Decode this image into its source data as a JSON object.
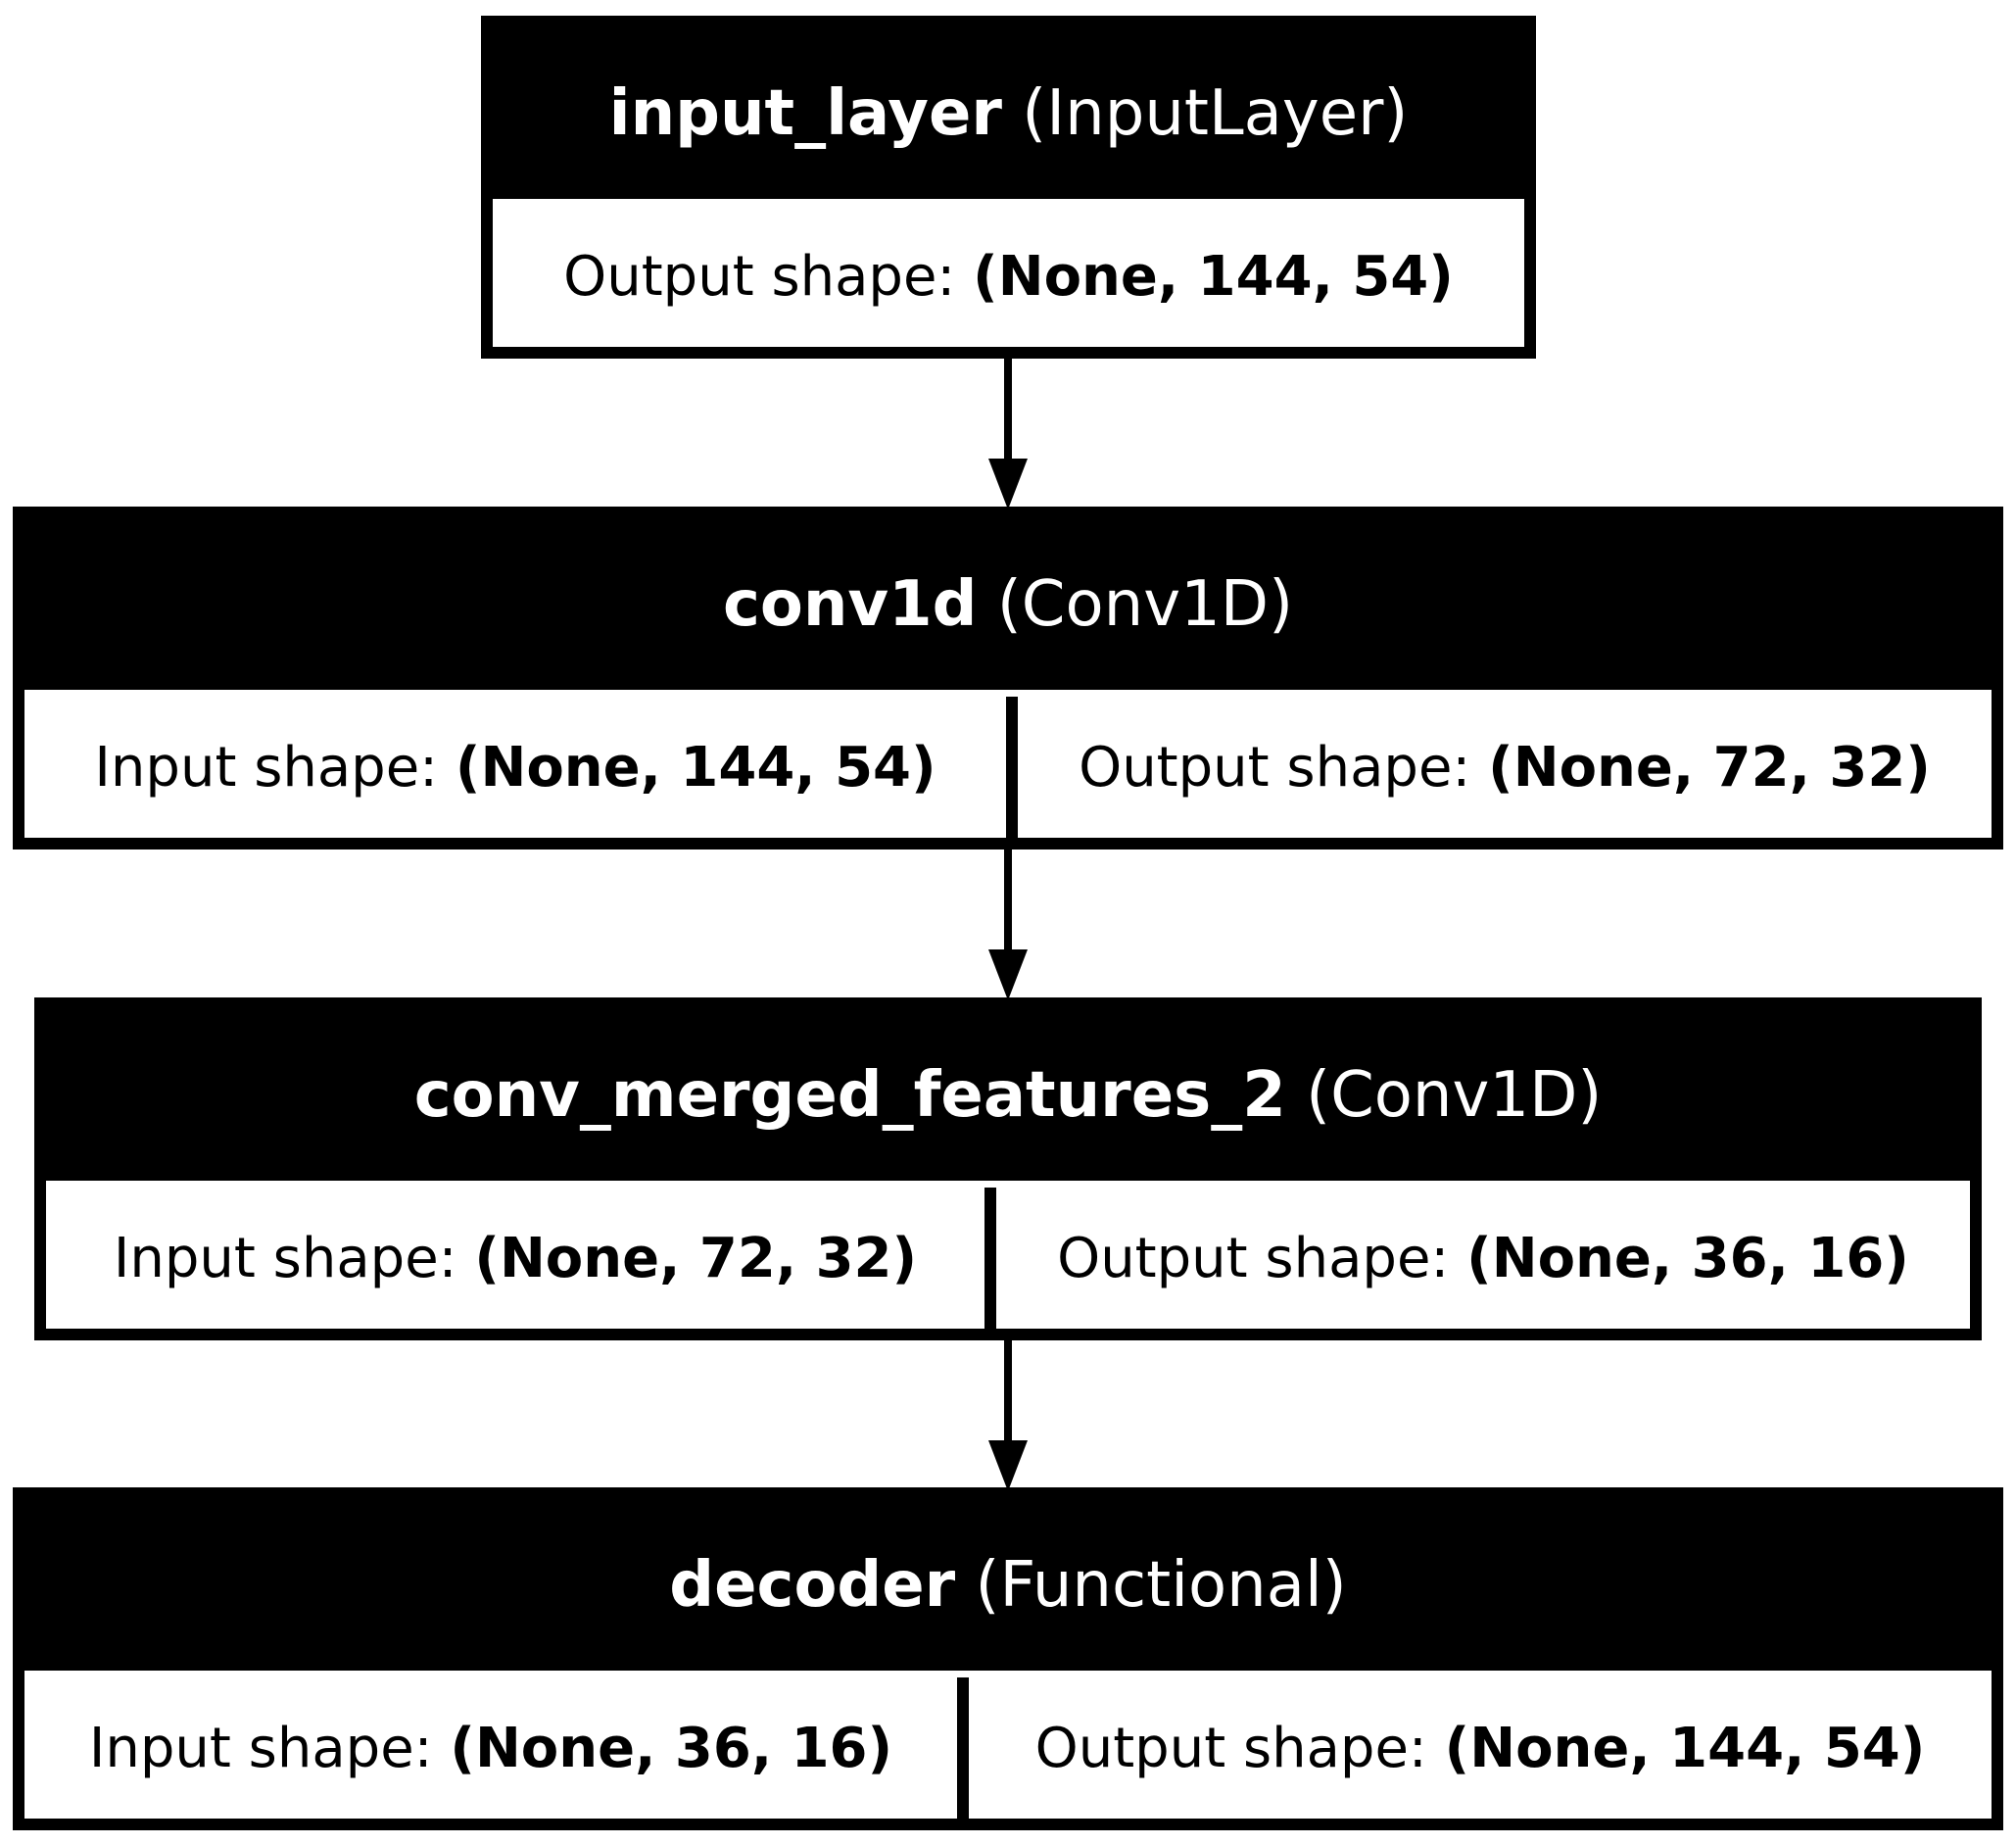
{
  "colors": {
    "node_header_fill": "#000000",
    "node_header_text": "#ffffff",
    "node_border": "#000000",
    "node_body_fill": "#ffffff",
    "edge": "#000000"
  },
  "nodes": [
    {
      "id": "input_layer",
      "name": "input_layer",
      "type": "(InputLayer)",
      "output_label": "Output shape:",
      "output_shape": "(None, 144, 54)"
    },
    {
      "id": "conv1d",
      "name": "conv1d",
      "type": "(Conv1D)",
      "input_label": "Input shape:",
      "input_shape": "(None, 144, 54)",
      "output_label": "Output shape:",
      "output_shape": "(None, 72, 32)"
    },
    {
      "id": "conv_merged_features_2",
      "name": "conv_merged_features_2",
      "type": "(Conv1D)",
      "input_label": "Input shape:",
      "input_shape": "(None, 72, 32)",
      "output_label": "Output shape:",
      "output_shape": "(None, 36, 16)"
    },
    {
      "id": "decoder",
      "name": "decoder",
      "type": "(Functional)",
      "input_label": "Input shape:",
      "input_shape": "(None, 36, 16)",
      "output_label": "Output shape:",
      "output_shape": "(None, 144, 54)"
    }
  ],
  "edges": [
    {
      "from": "input_layer",
      "to": "conv1d"
    },
    {
      "from": "conv1d",
      "to": "conv_merged_features_2"
    },
    {
      "from": "conv_merged_features_2",
      "to": "decoder"
    }
  ]
}
